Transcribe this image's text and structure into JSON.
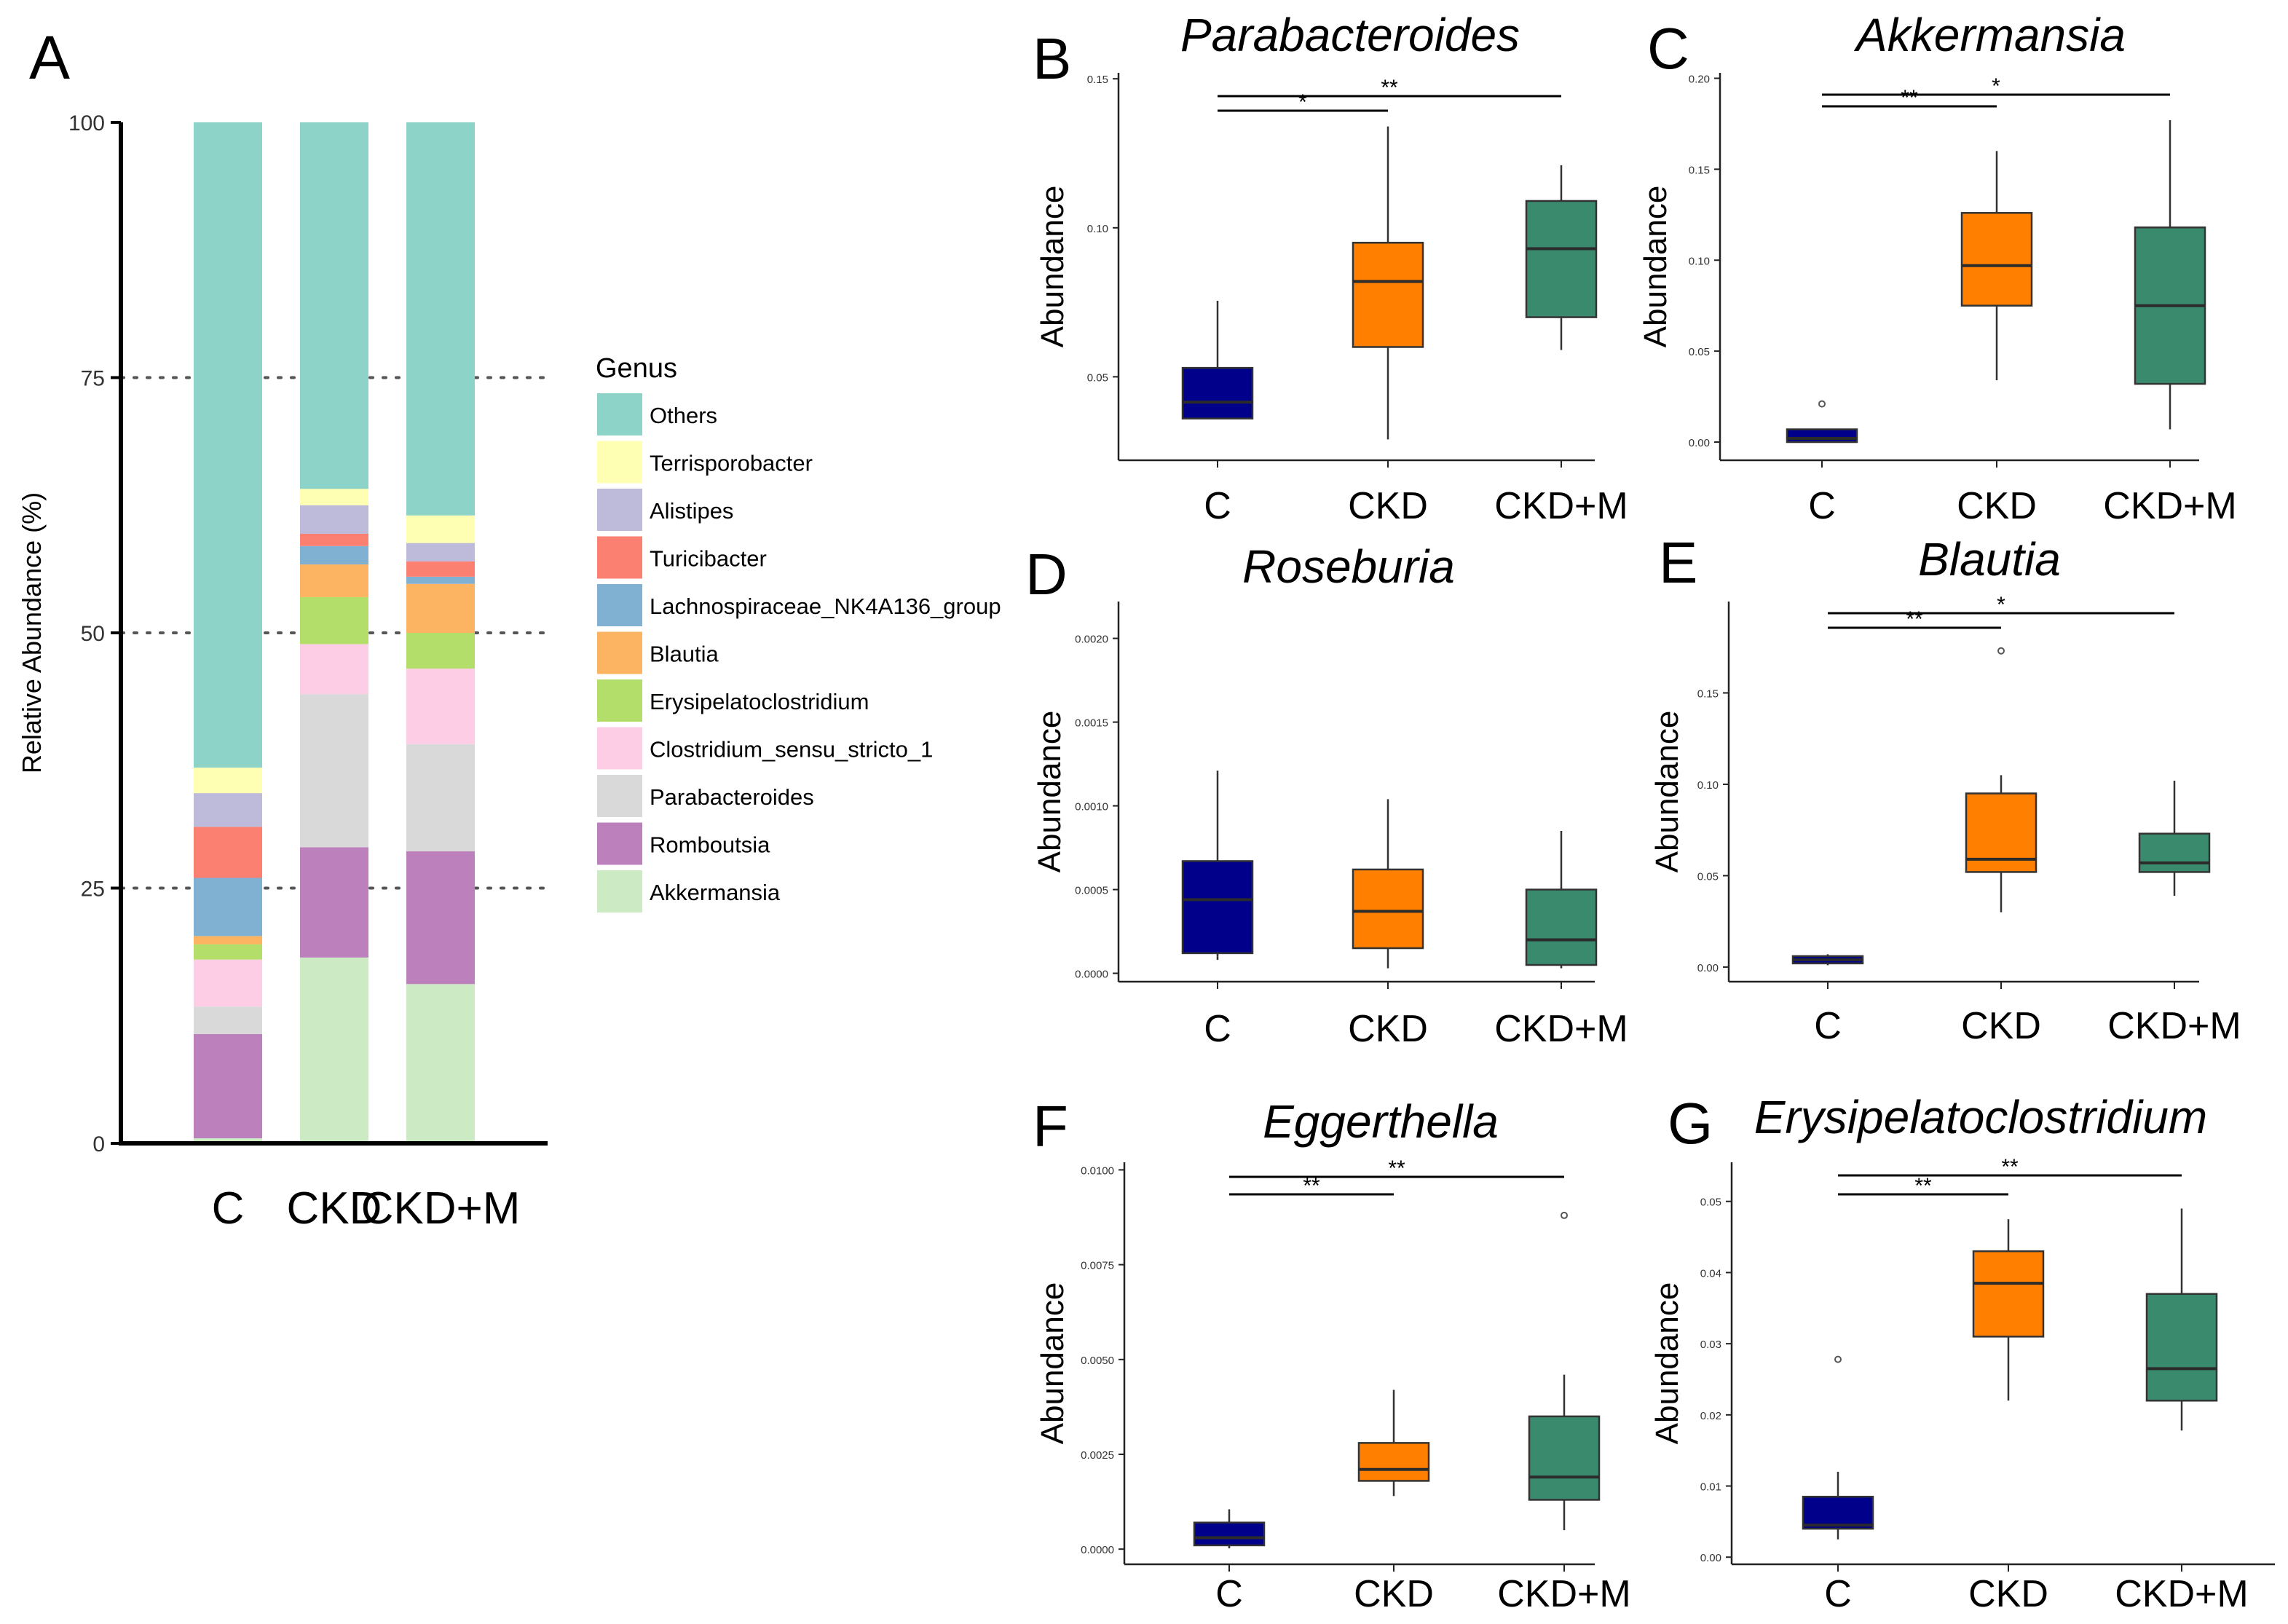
{
  "legend": {
    "title": "Genus",
    "items": [
      {
        "label": "Others",
        "color": "#8dd3c7"
      },
      {
        "label": "Terrisporobacter",
        "color": "#ffffb3"
      },
      {
        "label": "Alistipes",
        "color": "#bebada"
      },
      {
        "label": "Turicibacter",
        "color": "#fb8072"
      },
      {
        "label": "Lachnospiraceae_NK4A136_group",
        "color": "#80b1d3"
      },
      {
        "label": "Blautia",
        "color": "#fdb462"
      },
      {
        "label": "Erysipelatoclostridium",
        "color": "#b3de69"
      },
      {
        "label": "Clostridium_sensu_stricto_1",
        "color": "#fccde5"
      },
      {
        "label": "Parabacteroides",
        "color": "#d9d9d9"
      },
      {
        "label": "Romboutsia",
        "color": "#bc80bd"
      },
      {
        "label": "Akkermansia",
        "color": "#ccebc5"
      }
    ]
  },
  "group_colors": {
    "C": "#00008b",
    "CKD": "#ff7f00",
    "CKD+M": "#3a8a6e"
  },
  "chart_data": [
    {
      "panel": "A",
      "type": "bar",
      "stacked": true,
      "title": "",
      "ylabel": "Relative Abundance (%)",
      "xlabel": "",
      "ylim": [
        0,
        100
      ],
      "yticks": [
        0,
        25,
        50,
        75,
        100
      ],
      "gridlines": "dotted at 25, 50, 75",
      "categories": [
        "C",
        "CKD",
        "CKD+M"
      ],
      "series": [
        {
          "name": "Akkermansia",
          "values": [
            0.5,
            18.2,
            15.6
          ]
        },
        {
          "name": "Romboutsia",
          "values": [
            10.2,
            10.8,
            13.0
          ]
        },
        {
          "name": "Parabacteroides",
          "values": [
            2.7,
            15.0,
            10.5
          ]
        },
        {
          "name": "Clostridium_sensu_stricto_1",
          "values": [
            4.6,
            4.9,
            7.4
          ]
        },
        {
          "name": "Erysipelatoclostridium",
          "values": [
            1.5,
            4.6,
            3.5
          ]
        },
        {
          "name": "Blautia",
          "values": [
            0.8,
            3.2,
            4.8
          ]
        },
        {
          "name": "Lachnospiraceae_NK4A136_group",
          "values": [
            5.7,
            1.8,
            0.7
          ]
        },
        {
          "name": "Turicibacter",
          "values": [
            5.0,
            1.2,
            1.5
          ]
        },
        {
          "name": "Alistipes",
          "values": [
            3.3,
            2.8,
            1.8
          ]
        },
        {
          "name": "Terrisporobacter",
          "values": [
            2.5,
            1.6,
            2.7
          ]
        },
        {
          "name": "Others",
          "values": [
            63.2,
            35.9,
            38.5
          ]
        }
      ]
    },
    {
      "panel": "B",
      "type": "box",
      "title": "Parabacteroides",
      "ylabel": "Abundance",
      "categories": [
        "C",
        "CKD",
        "CKD+M"
      ],
      "ylim": [
        0.022,
        0.152
      ],
      "yticks": [
        0.05,
        0.1,
        0.15
      ],
      "ytick_labels": [
        "0.05",
        "0.10",
        "0.15"
      ],
      "boxes": [
        {
          "min": 0.036,
          "q1": 0.036,
          "median": 0.0415,
          "q3": 0.053,
          "max": 0.0755,
          "outliers": []
        },
        {
          "min": 0.029,
          "q1": 0.06,
          "median": 0.082,
          "q3": 0.095,
          "max": 0.134,
          "outliers": []
        },
        {
          "min": 0.059,
          "q1": 0.07,
          "median": 0.093,
          "q3": 0.109,
          "max": 0.121,
          "outliers": []
        }
      ],
      "sig": [
        {
          "from": "C",
          "to": "CKD",
          "label": "*"
        },
        {
          "from": "C",
          "to": "CKD+M",
          "label": "**"
        }
      ]
    },
    {
      "panel": "C",
      "type": "box",
      "title": "Akkermansia",
      "ylabel": "Abundance",
      "categories": [
        "C",
        "CKD",
        "CKD+M"
      ],
      "ylim": [
        -0.01,
        0.203
      ],
      "yticks": [
        0.0,
        0.05,
        0.1,
        0.15,
        0.2
      ],
      "ytick_labels": [
        "0.00",
        "0.05",
        "0.10",
        "0.15",
        "0.20"
      ],
      "boxes": [
        {
          "min": 0.0,
          "q1": 0.0,
          "median": 0.002,
          "q3": 0.007,
          "max": 0.007,
          "outliers": [
            0.021
          ]
        },
        {
          "min": 0.034,
          "q1": 0.075,
          "median": 0.097,
          "q3": 0.126,
          "max": 0.16,
          "outliers": []
        },
        {
          "min": 0.007,
          "q1": 0.032,
          "median": 0.075,
          "q3": 0.118,
          "max": 0.177,
          "outliers": []
        }
      ],
      "sig": [
        {
          "from": "C",
          "to": "CKD",
          "label": "**"
        },
        {
          "from": "C",
          "to": "CKD+M",
          "label": "*"
        }
      ]
    },
    {
      "panel": "D",
      "type": "box",
      "title": "Roseburia",
      "ylabel": "Abundance",
      "categories": [
        "C",
        "CKD",
        "CKD+M"
      ],
      "ylim": [
        -5e-05,
        0.00222
      ],
      "yticks": [
        0.0,
        0.0005,
        0.001,
        0.0015,
        0.002
      ],
      "ytick_labels": [
        "0.0000",
        "0.0005",
        "0.0010",
        "0.0015",
        "0.0020"
      ],
      "boxes": [
        {
          "min": 8e-05,
          "q1": 0.00012,
          "median": 0.00044,
          "q3": 0.00067,
          "max": 0.00121,
          "outliers": []
        },
        {
          "min": 3e-05,
          "q1": 0.00015,
          "median": 0.00037,
          "q3": 0.00062,
          "max": 0.00104,
          "outliers": []
        },
        {
          "min": 3e-05,
          "q1": 5e-05,
          "median": 0.0002,
          "q3": 0.0005,
          "max": 0.00085,
          "outliers": []
        }
      ],
      "sig": []
    },
    {
      "panel": "E",
      "type": "box",
      "title": "Blautia",
      "ylabel": "Abundance",
      "categories": [
        "C",
        "CKD",
        "CKD+M"
      ],
      "ylim": [
        -0.008,
        0.2
      ],
      "yticks": [
        0.0,
        0.05,
        0.1,
        0.15
      ],
      "ytick_labels": [
        "0.00",
        "0.05",
        "0.10",
        "0.15"
      ],
      "boxes": [
        {
          "min": 0.001,
          "q1": 0.002,
          "median": 0.004,
          "q3": 0.006,
          "max": 0.007,
          "outliers": []
        },
        {
          "min": 0.03,
          "q1": 0.052,
          "median": 0.059,
          "q3": 0.095,
          "max": 0.105,
          "outliers": [
            0.173
          ]
        },
        {
          "min": 0.039,
          "q1": 0.052,
          "median": 0.057,
          "q3": 0.073,
          "max": 0.102,
          "outliers": []
        }
      ],
      "sig": [
        {
          "from": "C",
          "to": "CKD",
          "label": "**"
        },
        {
          "from": "C",
          "to": "CKD+M",
          "label": "*"
        }
      ]
    },
    {
      "panel": "F",
      "type": "box",
      "title": "Eggerthella",
      "ylabel": "Abundance",
      "categories": [
        "C",
        "CKD",
        "CKD+M"
      ],
      "ylim": [
        -0.0004,
        0.0102
      ],
      "yticks": [
        0.0,
        0.0025,
        0.005,
        0.0075,
        0.01
      ],
      "ytick_labels": [
        "0.0000",
        "0.0025",
        "0.0050",
        "0.0075",
        "0.0100"
      ],
      "boxes": [
        {
          "min": 2e-05,
          "q1": 0.0001,
          "median": 0.0003,
          "q3": 0.0007,
          "max": 0.00105,
          "outliers": []
        },
        {
          "min": 0.0014,
          "q1": 0.0018,
          "median": 0.0021,
          "q3": 0.0028,
          "max": 0.0042,
          "outliers": []
        },
        {
          "min": 0.0005,
          "q1": 0.0013,
          "median": 0.0019,
          "q3": 0.0035,
          "max": 0.0046,
          "outliers": [
            0.0088
          ]
        }
      ],
      "sig": [
        {
          "from": "C",
          "to": "CKD",
          "label": "**"
        },
        {
          "from": "C",
          "to": "CKD+M",
          "label": "**"
        }
      ]
    },
    {
      "panel": "G",
      "type": "box",
      "title": "Erysipelatoclostridium",
      "ylabel": "Abundance",
      "categories": [
        "C",
        "CKD",
        "CKD+M"
      ],
      "ylim": [
        -0.001,
        0.0555
      ],
      "yticks": [
        0.0,
        0.01,
        0.02,
        0.03,
        0.04,
        0.05
      ],
      "ytick_labels": [
        "0.00",
        "0.01",
        "0.02",
        "0.03",
        "0.04",
        "0.05"
      ],
      "boxes": [
        {
          "min": 0.0025,
          "q1": 0.004,
          "median": 0.0045,
          "q3": 0.0085,
          "max": 0.012,
          "outliers": [
            0.0278
          ]
        },
        {
          "min": 0.022,
          "q1": 0.031,
          "median": 0.0385,
          "q3": 0.043,
          "max": 0.0475,
          "outliers": []
        },
        {
          "min": 0.0178,
          "q1": 0.022,
          "median": 0.0265,
          "q3": 0.037,
          "max": 0.049,
          "outliers": []
        }
      ],
      "sig": [
        {
          "from": "C",
          "to": "CKD",
          "label": "**"
        },
        {
          "from": "C",
          "to": "CKD+M",
          "label": "**"
        }
      ]
    }
  ]
}
